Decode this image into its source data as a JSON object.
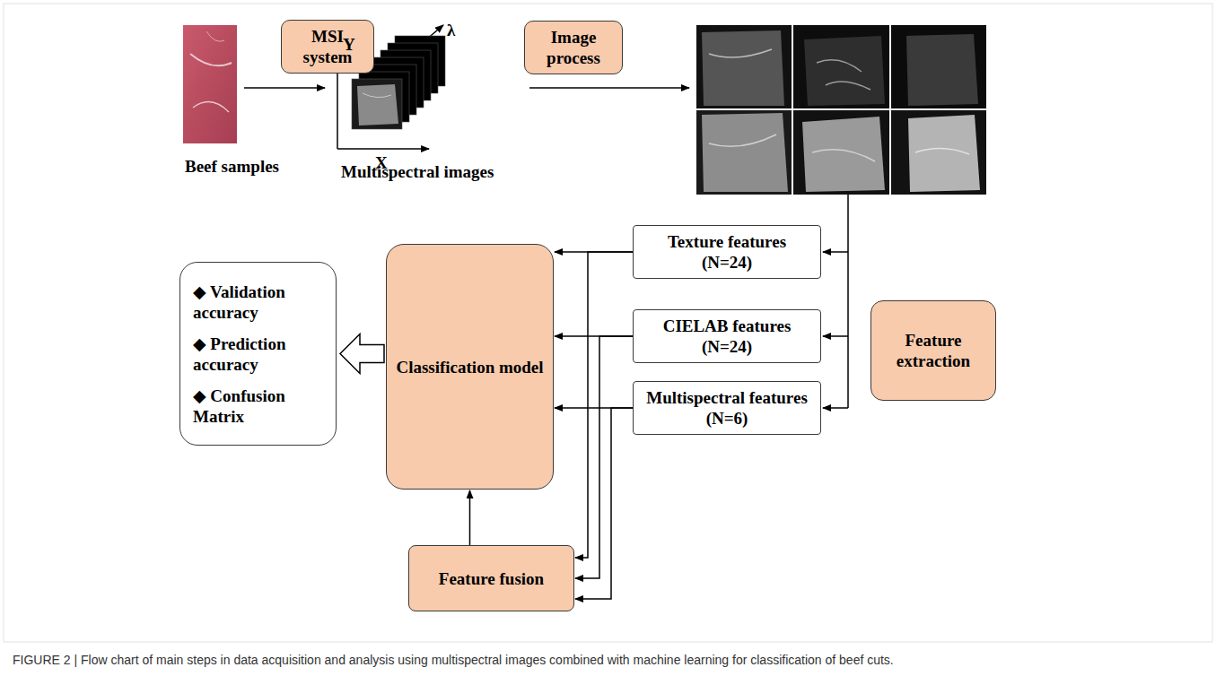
{
  "diagram": {
    "caption": "FIGURE 2 | Flow chart of main steps in data acquisition and analysis using multispectral images combined with machine learning for classification of beef cuts.",
    "nodes": [
      {
        "text": [
          "MSI system"
        ]
      },
      {
        "text": [
          "Image process"
        ]
      },
      {
        "text": [
          "◆ Validation accuracy",
          "◆ Prediction accuracy",
          "◆ Confusion Matrix"
        ]
      },
      {
        "text": [
          "Classification model"
        ]
      },
      {
        "text": [
          "Texture features (N=24)"
        ]
      },
      {
        "text": [
          "CIELAB features (N=24)"
        ]
      },
      {
        "text": [
          "Multispectral features (N=6)"
        ]
      },
      {
        "text": [
          "Feature extraction"
        ]
      },
      {
        "text": [
          "Feature fusion"
        ]
      }
    ],
    "edges": [
      {
        "from": 4,
        "to": 3,
        "arrow": "to"
      },
      {
        "from": 5,
        "to": 3,
        "arrow": "to"
      },
      {
        "from": 6,
        "to": 3,
        "arrow": "to"
      },
      {
        "from": 4,
        "to": 8,
        "arrow": "to"
      },
      {
        "from": 5,
        "to": 8,
        "arrow": "to"
      },
      {
        "from": 6,
        "to": 8,
        "arrow": "to"
      },
      {
        "from": 8,
        "to": 3,
        "arrow": "to"
      },
      {
        "from": 3,
        "to": 2,
        "arrow": "to"
      }
    ],
    "labels": [
      "Beef samples",
      "Y",
      "X",
      "λ",
      "Multispectral images"
    ]
  }
}
